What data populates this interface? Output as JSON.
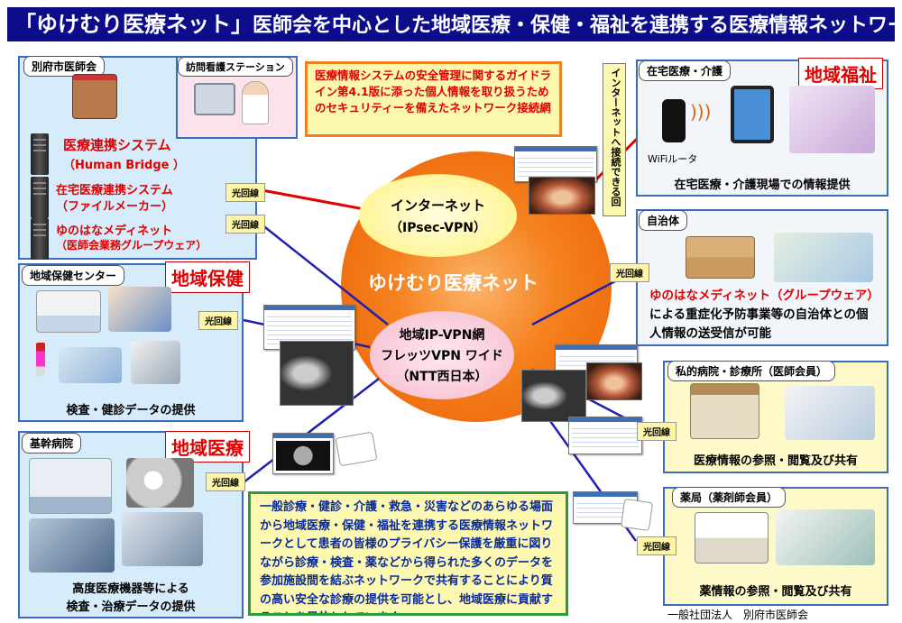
{
  "title": {
    "quoted": "「ゆけむり医療ネット」",
    "rest": "医師会を中心とした地域医療・保健・福祉を連携する医療情報ネットワーク"
  },
  "physicians_assoc": {
    "label": "別府市医師会",
    "system1_title": "医療連携システム",
    "system1_sub": "（Human Bridge ）",
    "system2_title": "在宅医療連携システム",
    "system2_sub": "（ファイルメーカー）",
    "system3_title": "ゆのはなメディネット",
    "system3_sub": "（医師会業務グループウェア）"
  },
  "nursing_station": {
    "label": "訪問看護ステーション"
  },
  "security_note": "医療情報システムの安全管理に関するガイドライン第4.1版に添った個人情報を取り扱うためのセキュリティーを備えたネットワーク接続網",
  "internet_vertical": "インターネットへ接続できる回線",
  "internet_node": {
    "line1": "インターネット",
    "line2": "（IPsec-VPN）"
  },
  "center_label": "ゆけむり医療ネット",
  "ipvpn_node": {
    "line1": "地域IP-VPN網",
    "line2": "フレッツVPN ワイド",
    "line3": "（NTT西日本）"
  },
  "home_care": {
    "label": "在宅医療・介護",
    "red_tag": "地域福祉",
    "router": "WiFiルータ",
    "caption": "在宅医療・介護現場での情報提供"
  },
  "municipality": {
    "label": "自治体",
    "text_red": "ゆのはなメディネット（グループウェア）",
    "text_black": "による重症化予防事業等の自治体との個人情報の送受信が可能"
  },
  "health_center": {
    "label": "地域保健センター",
    "red_tag": "地域保健",
    "caption": "検査・健診データの提供"
  },
  "private_hospital": {
    "label": "私的病院・診療所（医師会員）",
    "caption": "医療情報の参照・閲覧及び共有"
  },
  "core_hospital": {
    "label": "基幹病院",
    "red_tag": "地域医療",
    "caption_line1": "高度医療機器等による",
    "caption_line2": "検査・治療データの提供"
  },
  "pharmacy": {
    "label": "薬局（薬剤師会員）",
    "caption": "薬情報の参照・閲覧及び共有"
  },
  "line_label": "光回線",
  "purpose_text": "一般診療・健診・介護・救急・災害などのあらゆる場面から地域医療・保健・福祉を連携する医療情報ネットワークとして患者の皆様のプライバシー保護を厳重に図りながら診療・検査・薬などから得られた多くのデータを参加施設間を結ぶネットワークで共有することにより質の高い安全な診療の提供を可能とし、地域医療に貢献することを目的としています。",
  "footer": "一般社団法人　別府市医師会",
  "colors": {
    "title_bg": "#0d0d8c",
    "box_bg": "#d7ecfb",
    "box_border": "#3a6cc0",
    "accent_red": "#e00000",
    "center_orange": "#f5821f",
    "purpose_bg": "#fdf8b0",
    "purpose_border": "#2a9d3a"
  }
}
